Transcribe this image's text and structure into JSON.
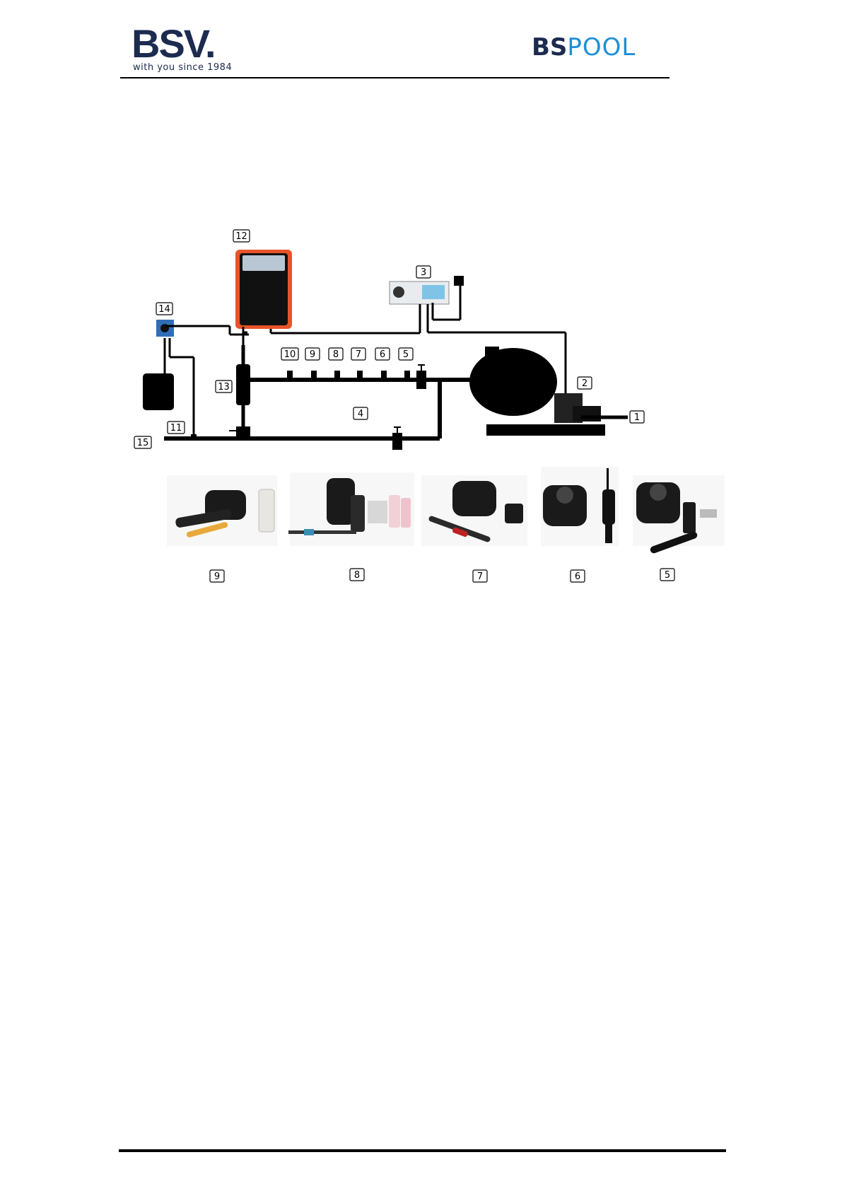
{
  "header": {
    "brand_left": "BSV.",
    "brand_left_tagline": "with you since 1984",
    "brand_right_bs": "BS",
    "brand_right_pool": "POOL",
    "colors": {
      "navy": "#1c2b4f",
      "blue": "#1d8fd6",
      "orange": "#e8542a"
    }
  },
  "diagram": {
    "labels": {
      "n1": "1",
      "n2": "2",
      "n3": "3",
      "n4": "4",
      "n5": "5",
      "n6": "6",
      "n7": "7",
      "n8": "8",
      "n9": "9",
      "n10": "10",
      "n11": "11",
      "n12": "12",
      "n13": "13",
      "n14": "14",
      "n15": "15"
    }
  },
  "products": {
    "labels": {
      "p9": "9",
      "p8": "8",
      "p7": "7",
      "p6": "6",
      "p5": "5"
    }
  }
}
